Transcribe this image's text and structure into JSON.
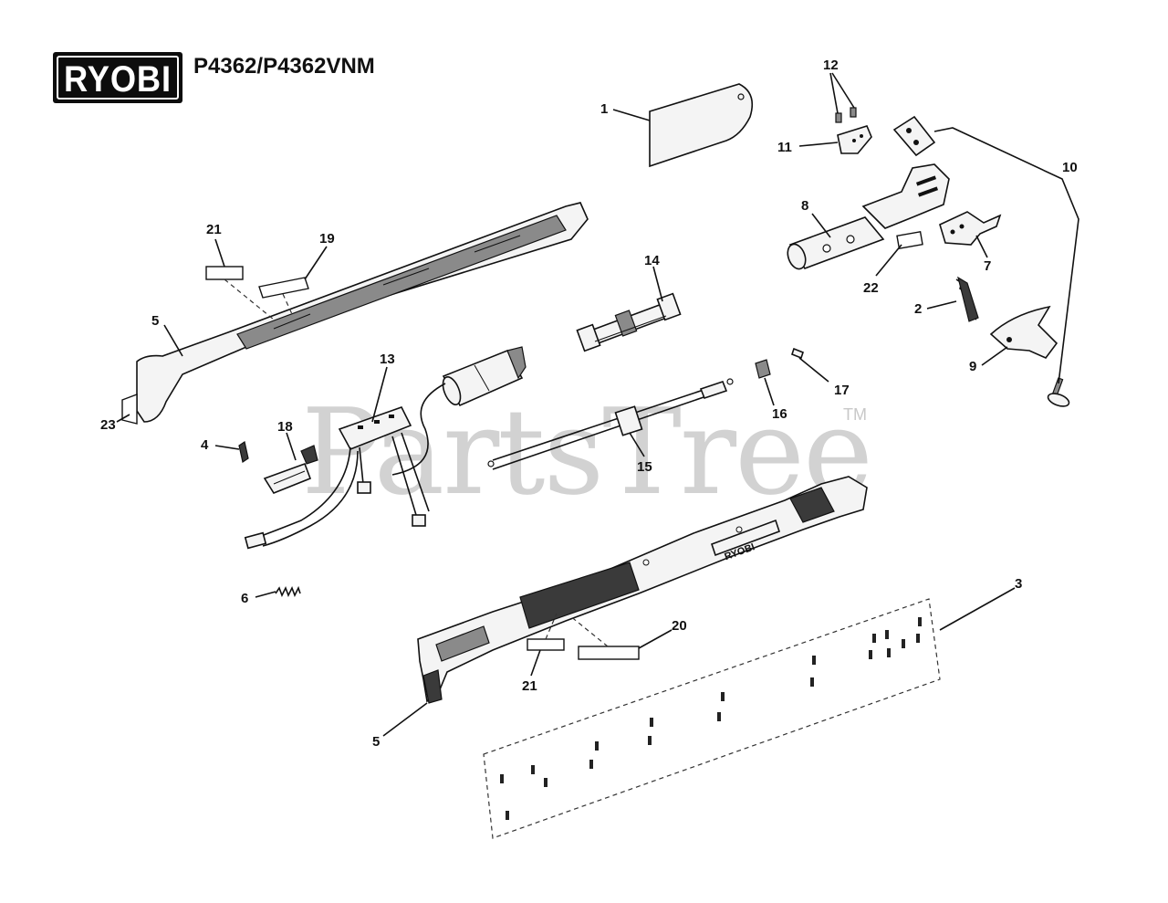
{
  "brand": {
    "logo_text": "RYOBI"
  },
  "header": {
    "model": "P4362/P4362VNM"
  },
  "watermark": {
    "text": "PartsTree",
    "tm": "TM"
  },
  "housing_brand": "RYOBI",
  "callouts": [
    {
      "id": "c1",
      "label": "1"
    },
    {
      "id": "c2",
      "label": "2"
    },
    {
      "id": "c3",
      "label": "3"
    },
    {
      "id": "c4",
      "label": "4"
    },
    {
      "id": "c5a",
      "label": "5"
    },
    {
      "id": "c5b",
      "label": "5"
    },
    {
      "id": "c6",
      "label": "6"
    },
    {
      "id": "c7",
      "label": "7"
    },
    {
      "id": "c8",
      "label": "8"
    },
    {
      "id": "c9",
      "label": "9"
    },
    {
      "id": "c10",
      "label": "10"
    },
    {
      "id": "c11",
      "label": "11"
    },
    {
      "id": "c12",
      "label": "12"
    },
    {
      "id": "c13",
      "label": "13"
    },
    {
      "id": "c14",
      "label": "14"
    },
    {
      "id": "c15",
      "label": "15"
    },
    {
      "id": "c16",
      "label": "16"
    },
    {
      "id": "c17",
      "label": "17"
    },
    {
      "id": "c18",
      "label": "18"
    },
    {
      "id": "c19",
      "label": "19"
    },
    {
      "id": "c20",
      "label": "20"
    },
    {
      "id": "c21a",
      "label": "21"
    },
    {
      "id": "c21b",
      "label": "21"
    },
    {
      "id": "c22",
      "label": "22"
    },
    {
      "id": "c23",
      "label": "23"
    }
  ]
}
